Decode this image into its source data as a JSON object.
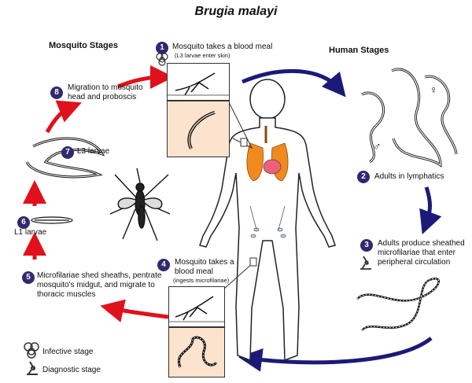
{
  "title": "Brugia malayi",
  "headers": {
    "mosquito": "Mosquito Stages",
    "human": "Human Stages"
  },
  "steps": [
    {
      "n": "1",
      "text": "Mosquito takes a blood meal",
      "sub": "(L3 larvae enter skin)"
    },
    {
      "n": "2",
      "text": "Adults in lymphatics"
    },
    {
      "n": "3",
      "text": "Adults produce sheathed microfilariae that enter peripheral circulation"
    },
    {
      "n": "4",
      "text": "Mosquito takes a blood meal",
      "sub": "(ingests microfilariae)"
    },
    {
      "n": "5",
      "text": "Microfilariae shed sheaths, pentrate mosquito's midgut, and migrate to thoracic muscles"
    },
    {
      "n": "6",
      "text": "L1 larvae"
    },
    {
      "n": "7",
      "text": "L3 larvae"
    },
    {
      "n": "8",
      "text": "Migration to mosquito head and proboscis"
    }
  ],
  "legend": {
    "infective": "Infective stage",
    "diagnostic": "Diagnostic stage"
  },
  "symbols": {
    "female": "♀",
    "male": "♂"
  },
  "icons": {
    "infective": "biohazard-icon",
    "diagnostic": "microscope-icon"
  },
  "colors": {
    "red_arrow": "#e0111a",
    "blue_arrow": "#1c1a78",
    "badge": "#2f2a6e",
    "organ": "#f08a1e",
    "heart": "#e8637a"
  }
}
